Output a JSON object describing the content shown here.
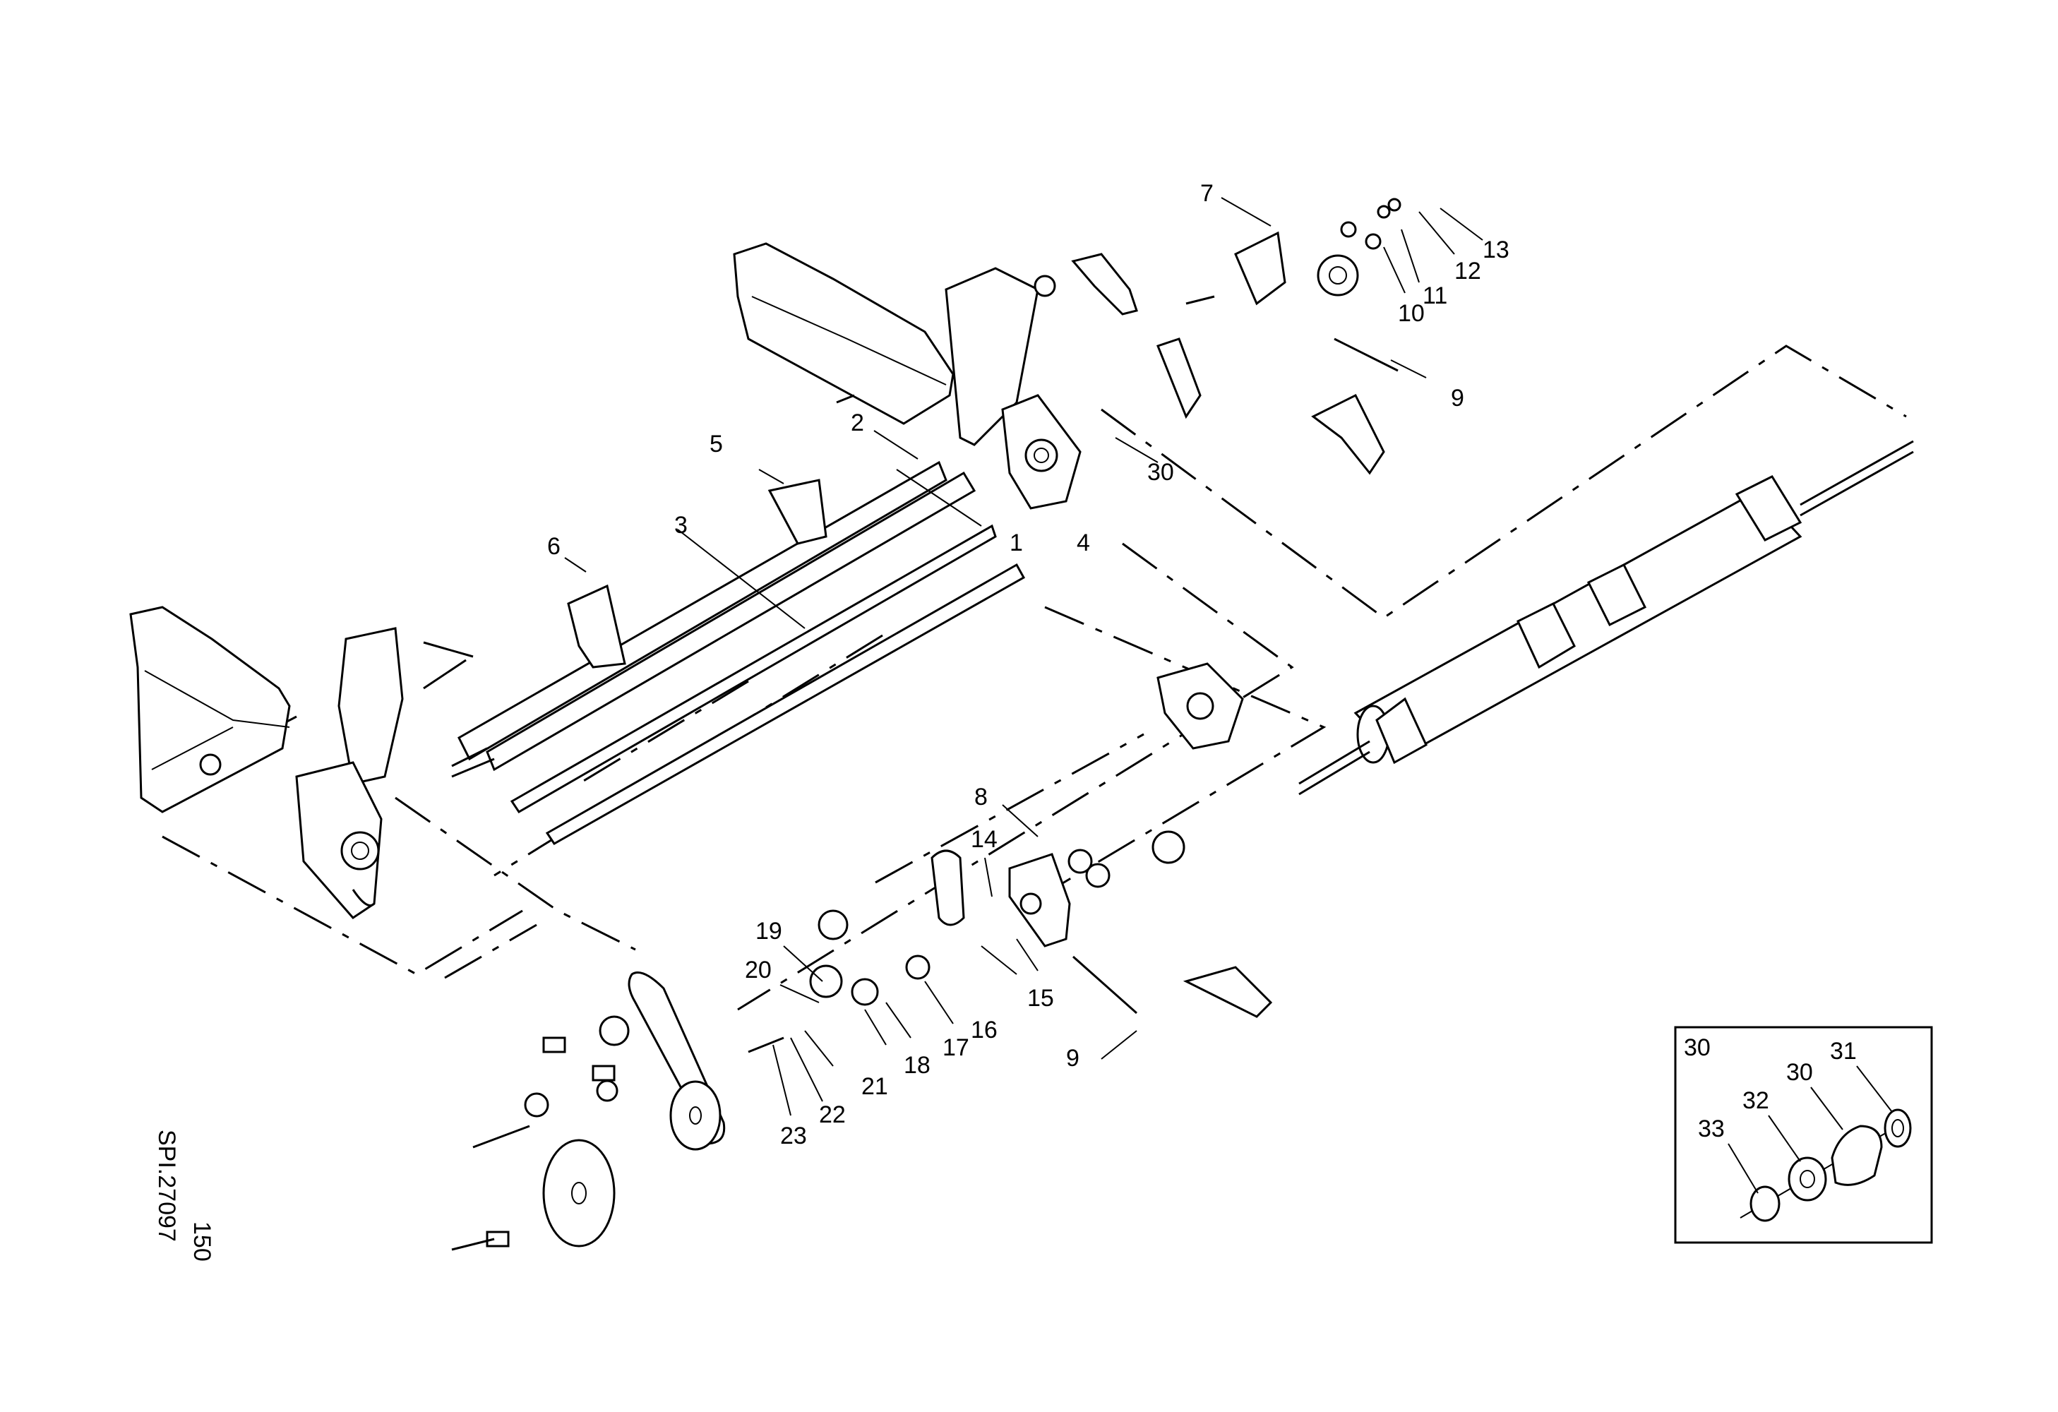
{
  "diagram": {
    "callouts": {
      "c1": "1",
      "c2": "2",
      "c3": "3",
      "c4": "4",
      "c5": "5",
      "c6": "6",
      "c7": "7",
      "c8": "8",
      "c9a": "9",
      "c9b": "9",
      "c10": "10",
      "c11": "11",
      "c12": "12",
      "c13": "13",
      "c14": "14",
      "c15": "15",
      "c16": "16",
      "c17": "17",
      "c18": "18",
      "c19": "19",
      "c20": "20",
      "c21": "21",
      "c22": "22",
      "c23": "23",
      "c30": "30"
    },
    "inset": {
      "title": "30",
      "c30": "30",
      "c31": "31",
      "c32": "32",
      "c33": "33"
    },
    "reference": {
      "page": "150",
      "code": "SPI.27097"
    }
  }
}
